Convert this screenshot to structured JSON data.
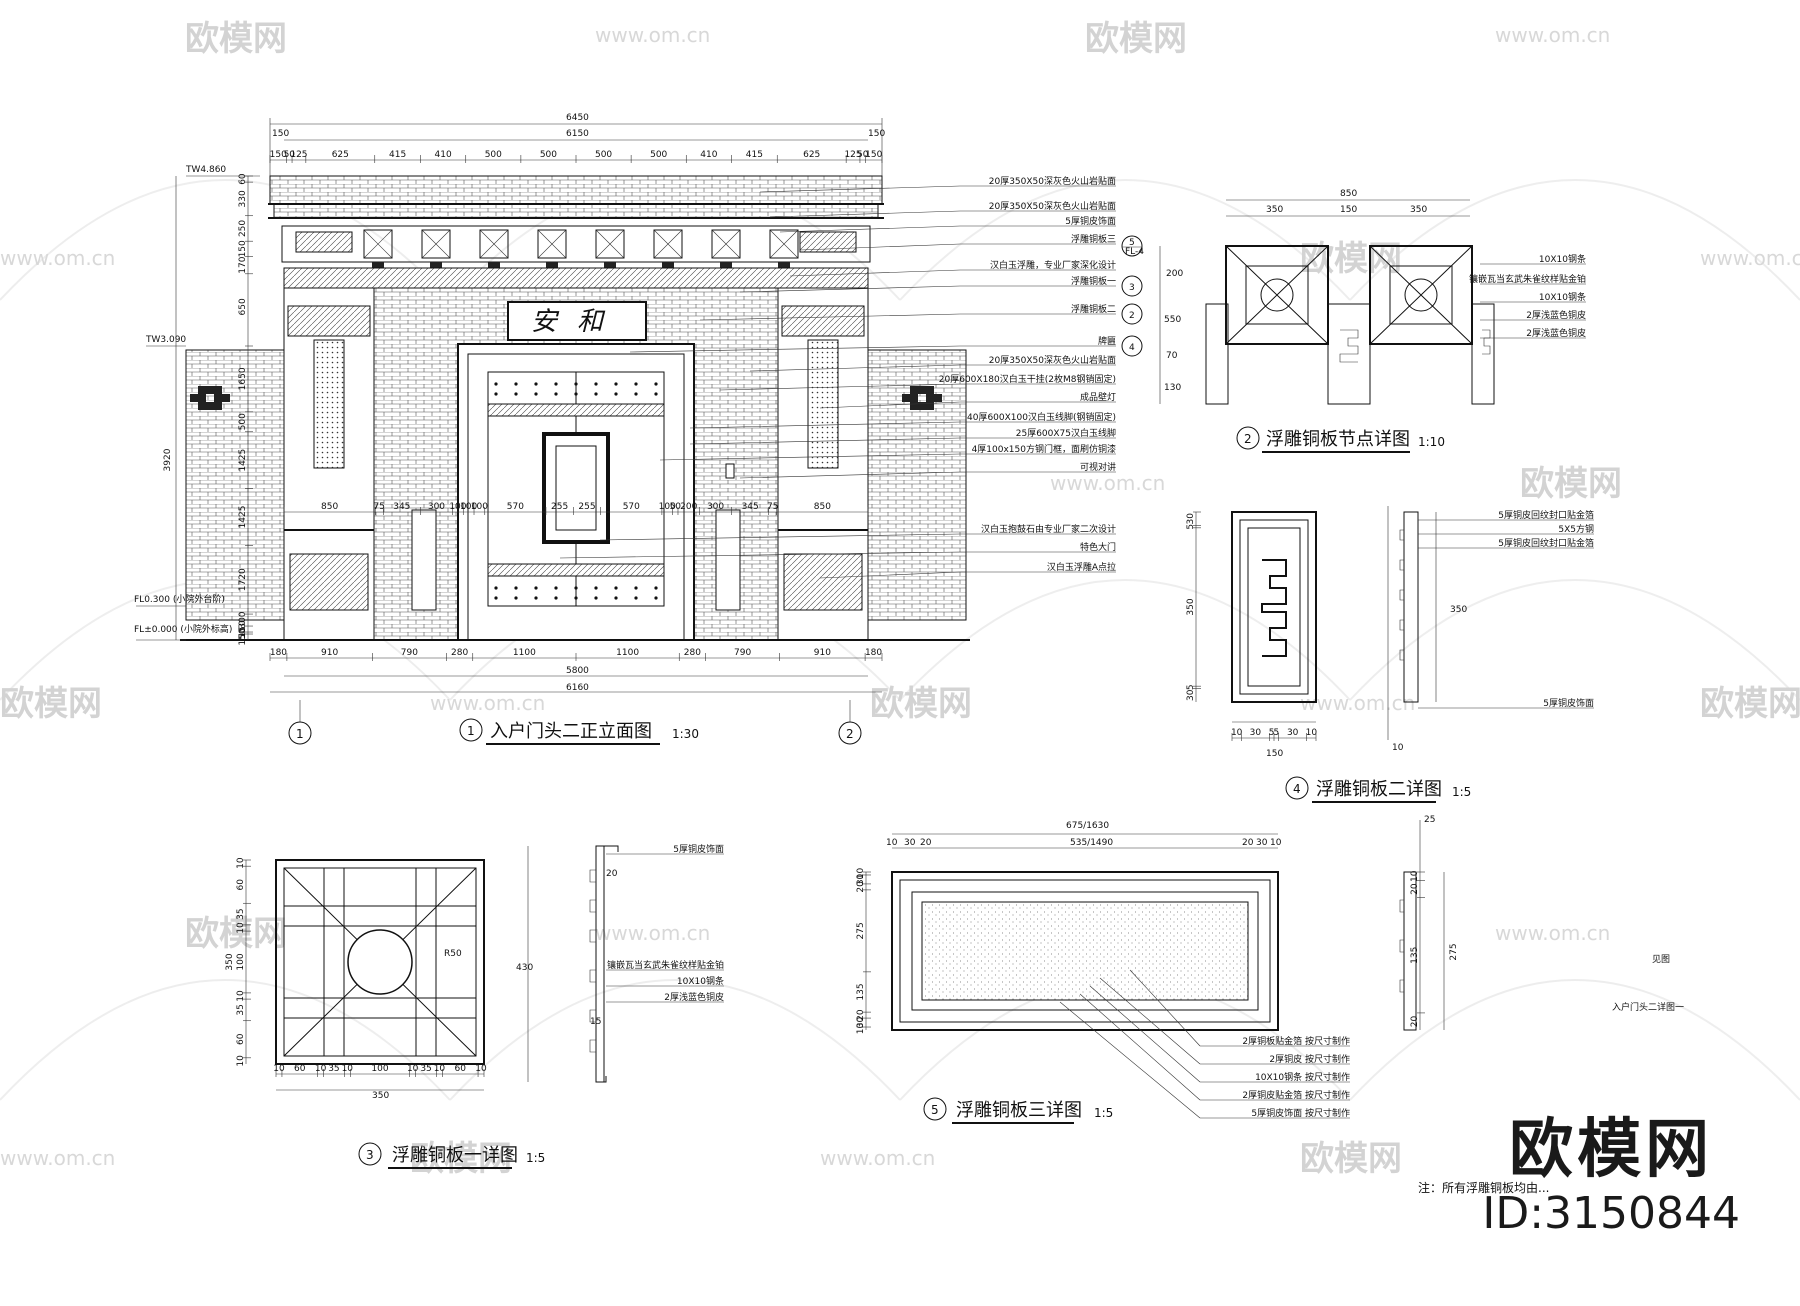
{
  "watermark": {
    "brand": "欧模网",
    "url": "www.om.cn"
  },
  "brand_mark": {
    "name": "欧模网",
    "id": "ID:3150844"
  },
  "main_elevation": {
    "number": "1",
    "title": "入户门头二正立面图",
    "scale": "1:30",
    "axis_left": "1",
    "axis_right": "2",
    "plaque_text": "安和",
    "levels": [
      "TW4.860",
      "TW3.090",
      "FL0.300 (小院外台阶)",
      "FL±0.000 (小院外标高)"
    ],
    "top_dims": [
      "6450",
      "6150",
      "150",
      "150"
    ],
    "top_segs": [
      "150",
      "50",
      "125",
      "625",
      "415",
      "410",
      "500",
      "500",
      "500",
      "500",
      "410",
      "415",
      "625",
      "125",
      "50",
      "150"
    ],
    "mid_segs": [
      "850",
      "75",
      "345",
      "300",
      "100",
      "100",
      "100",
      "570",
      "255",
      "255",
      "570",
      "100",
      "50",
      "200",
      "300",
      "345",
      "75",
      "850"
    ],
    "bottom_segs": [
      "180",
      "910",
      "790",
      "280",
      "1100",
      "1100",
      "280",
      "790",
      "910",
      "180"
    ],
    "bottom_dims": [
      "5800",
      "6160"
    ],
    "side_dims": [
      "60",
      "330",
      "250",
      "150",
      "170",
      "650",
      "3920",
      "1650",
      "500",
      "1425",
      "1425",
      "1720",
      "300",
      "150",
      "50",
      "150"
    ],
    "callouts": [
      "20厚350X50深灰色火山岩贴面",
      "20厚350X50深灰色火山岩贴面",
      "5厚铜皮饰面",
      "浮雕铜板三",
      "汉白玉浮雕，专业厂家深化设计",
      "浮雕铜板一",
      "浮雕铜板二",
      "牌匾",
      "20厚350X50深灰色火山岩贴面",
      "20厚600X180汉白玉干挂(2枚M8钢销固定)",
      "成品壁灯",
      "40厚600X100汉白玉线脚(钢销固定)",
      "25厚600X75汉白玉线脚",
      "4厚100x150方钢门框，面刷仿铜漆",
      "可视对讲",
      "汉白玉抱鼓石由专业厂家二次设计",
      "特色大门",
      "汉白玉浮雕A点拉"
    ],
    "callout_refs": [
      {
        "num": "5",
        "sheet": "FL-4"
      },
      {
        "num": "3",
        "sheet": ""
      },
      {
        "num": "2",
        "sheet": ""
      },
      {
        "num": "4",
        "sheet": ""
      }
    ]
  },
  "detail_node": {
    "number": "2",
    "title": "浮雕铜板节点详图",
    "scale": "1:10",
    "dims_top": [
      "850",
      "350",
      "150",
      "350"
    ],
    "dims_side": [
      "200",
      "550",
      "70",
      "130"
    ],
    "callouts": [
      "10X10钢条",
      "镶嵌瓦当玄武朱雀纹样贴金铂",
      "10X10钢条",
      "2厚浅蓝色铜皮",
      "2厚浅蓝色铜皮"
    ]
  },
  "detail_plate2": {
    "number": "4",
    "title": "浮雕铜板二详图",
    "scale": "1:5",
    "dims_side": [
      "30",
      "5",
      "350",
      "5",
      "30"
    ],
    "dims_bottom": [
      "10",
      "30",
      "5",
      "5",
      "30",
      "10",
      "150"
    ],
    "section_dims": [
      "350",
      "10"
    ],
    "callouts": [
      "5厚铜皮回纹封口贴金箔",
      "5X5方钢",
      "5厚铜皮回纹封口贴金箔",
      "5厚铜皮饰面"
    ]
  },
  "detail_plate1": {
    "number": "3",
    "title": "浮雕铜板一详图",
    "scale": "1:5",
    "dims_side": [
      "10",
      "60",
      "35",
      "10",
      "100",
      "10",
      "35",
      "60",
      "10",
      "350"
    ],
    "dims_bottom": [
      "10",
      "60",
      "10",
      "35",
      "10",
      "100",
      "10",
      "35",
      "10",
      "60",
      "10",
      "350"
    ],
    "radius": "R50",
    "section_dims": [
      "430",
      "20",
      "15"
    ],
    "callouts": [
      "5厚铜皮饰面",
      "镶嵌瓦当玄武朱雀纹样贴金铂",
      "10X10钢条",
      "2厚浅蓝色铜皮"
    ]
  },
  "detail_plate3": {
    "number": "5",
    "title": "浮雕铜板三详图",
    "scale": "1:5",
    "dims_top": [
      "675/1630",
      "10",
      "30",
      "20",
      "535/1490",
      "20",
      "30",
      "10"
    ],
    "dims_side": [
      "10",
      "30",
      "20",
      "275",
      "135",
      "20",
      "30",
      "10"
    ],
    "section_dims": [
      "25",
      "10",
      "20",
      "135",
      "20",
      "275"
    ],
    "callouts": [
      "2厚铜板贴金箔 按尺寸制作",
      "2厚铜皮 按尺寸制作",
      "10X10钢条 按尺寸制作",
      "2厚铜皮贴金箔 按尺寸制作",
      "5厚铜皮饰面 按尺寸制作"
    ]
  },
  "sheet_notes": {
    "small_label_1": "见图",
    "small_label_2": "入户门头二详图一",
    "note": "注：所有浮雕铜板均由..."
  }
}
